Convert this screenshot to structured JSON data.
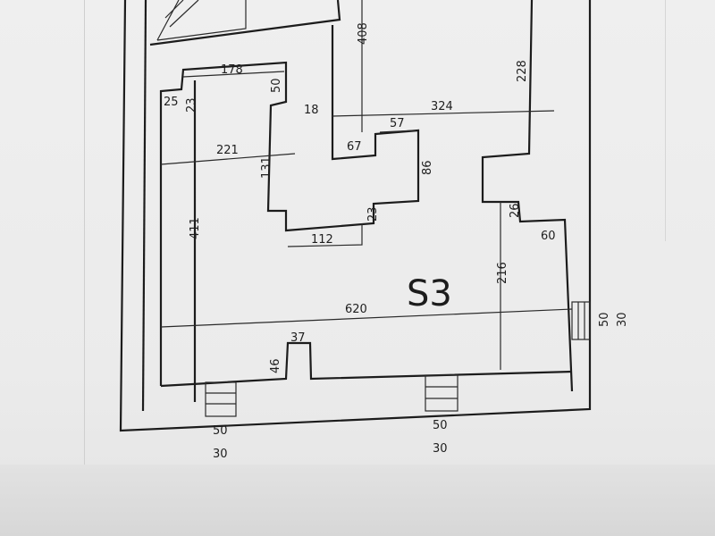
{
  "plan": {
    "room_label": "S3",
    "dimensions": {
      "d408": "408",
      "d228": "228",
      "d178": "178",
      "d50a": "50",
      "d25": "25",
      "d23": "23",
      "d18": "18",
      "d324": "324",
      "d57": "57",
      "d67": "67",
      "d221": "221",
      "d131": "131",
      "d86": "86",
      "d23b": "23",
      "d26": "26",
      "d60": "60",
      "d112": "112",
      "d411": "411",
      "d216": "216",
      "d620": "620",
      "d37": "37",
      "d46": "46",
      "d50right": "50",
      "d30right": "30",
      "d50left": "50",
      "d30left": "30",
      "d50mid": "50",
      "d30mid": "30"
    }
  }
}
